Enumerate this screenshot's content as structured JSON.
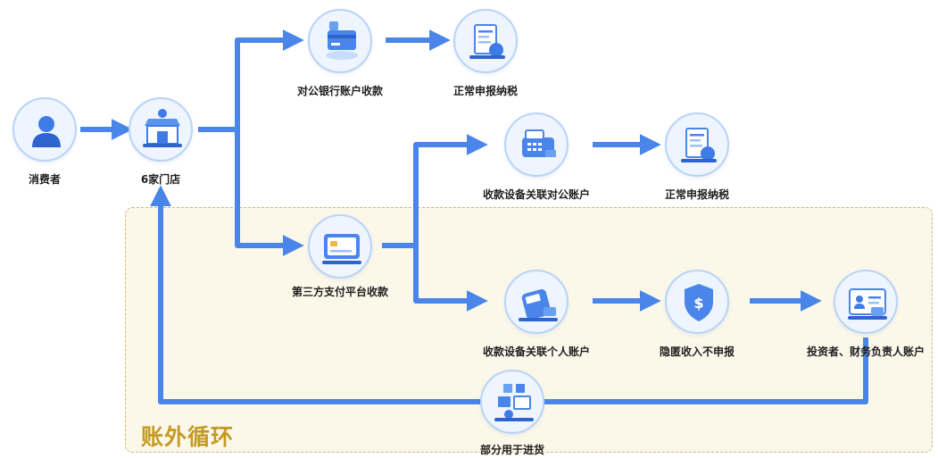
{
  "region": {
    "title": "账外循环"
  },
  "nodes": {
    "consumer": "消费者",
    "stores": "6家门店",
    "corporate_account": "对公银行账户收款",
    "tax_normal_1": "正常申报纳税",
    "device_corporate": "收款设备关联对公账户",
    "tax_normal_2": "正常申报纳税",
    "third_party": "第三方支付平台收款",
    "device_personal": "收款设备关联个人账户",
    "hidden_income": "隐匿收入不申报",
    "investor_account": "投资者、财务负责人账户",
    "purchase": "部分用于进货"
  },
  "colors": {
    "arrow": "#4a86ea",
    "node_bg": "#eef5ff",
    "region_fill": "#fbf8ea",
    "region_border": "#cdb77c",
    "region_title": "#c49a22"
  },
  "icons": {
    "consumer": "person-icon",
    "stores": "storefront-icon",
    "corporate_account": "bank-card-icon",
    "tax_normal_1": "tax-document-icon",
    "device_corporate": "pos-terminal-icon",
    "tax_normal_2": "tax-document-icon",
    "third_party": "payment-card-icon",
    "device_personal": "pos-terminal-icon",
    "hidden_income": "shield-dollar-icon",
    "investor_account": "account-screen-icon",
    "purchase": "goods-box-icon"
  }
}
